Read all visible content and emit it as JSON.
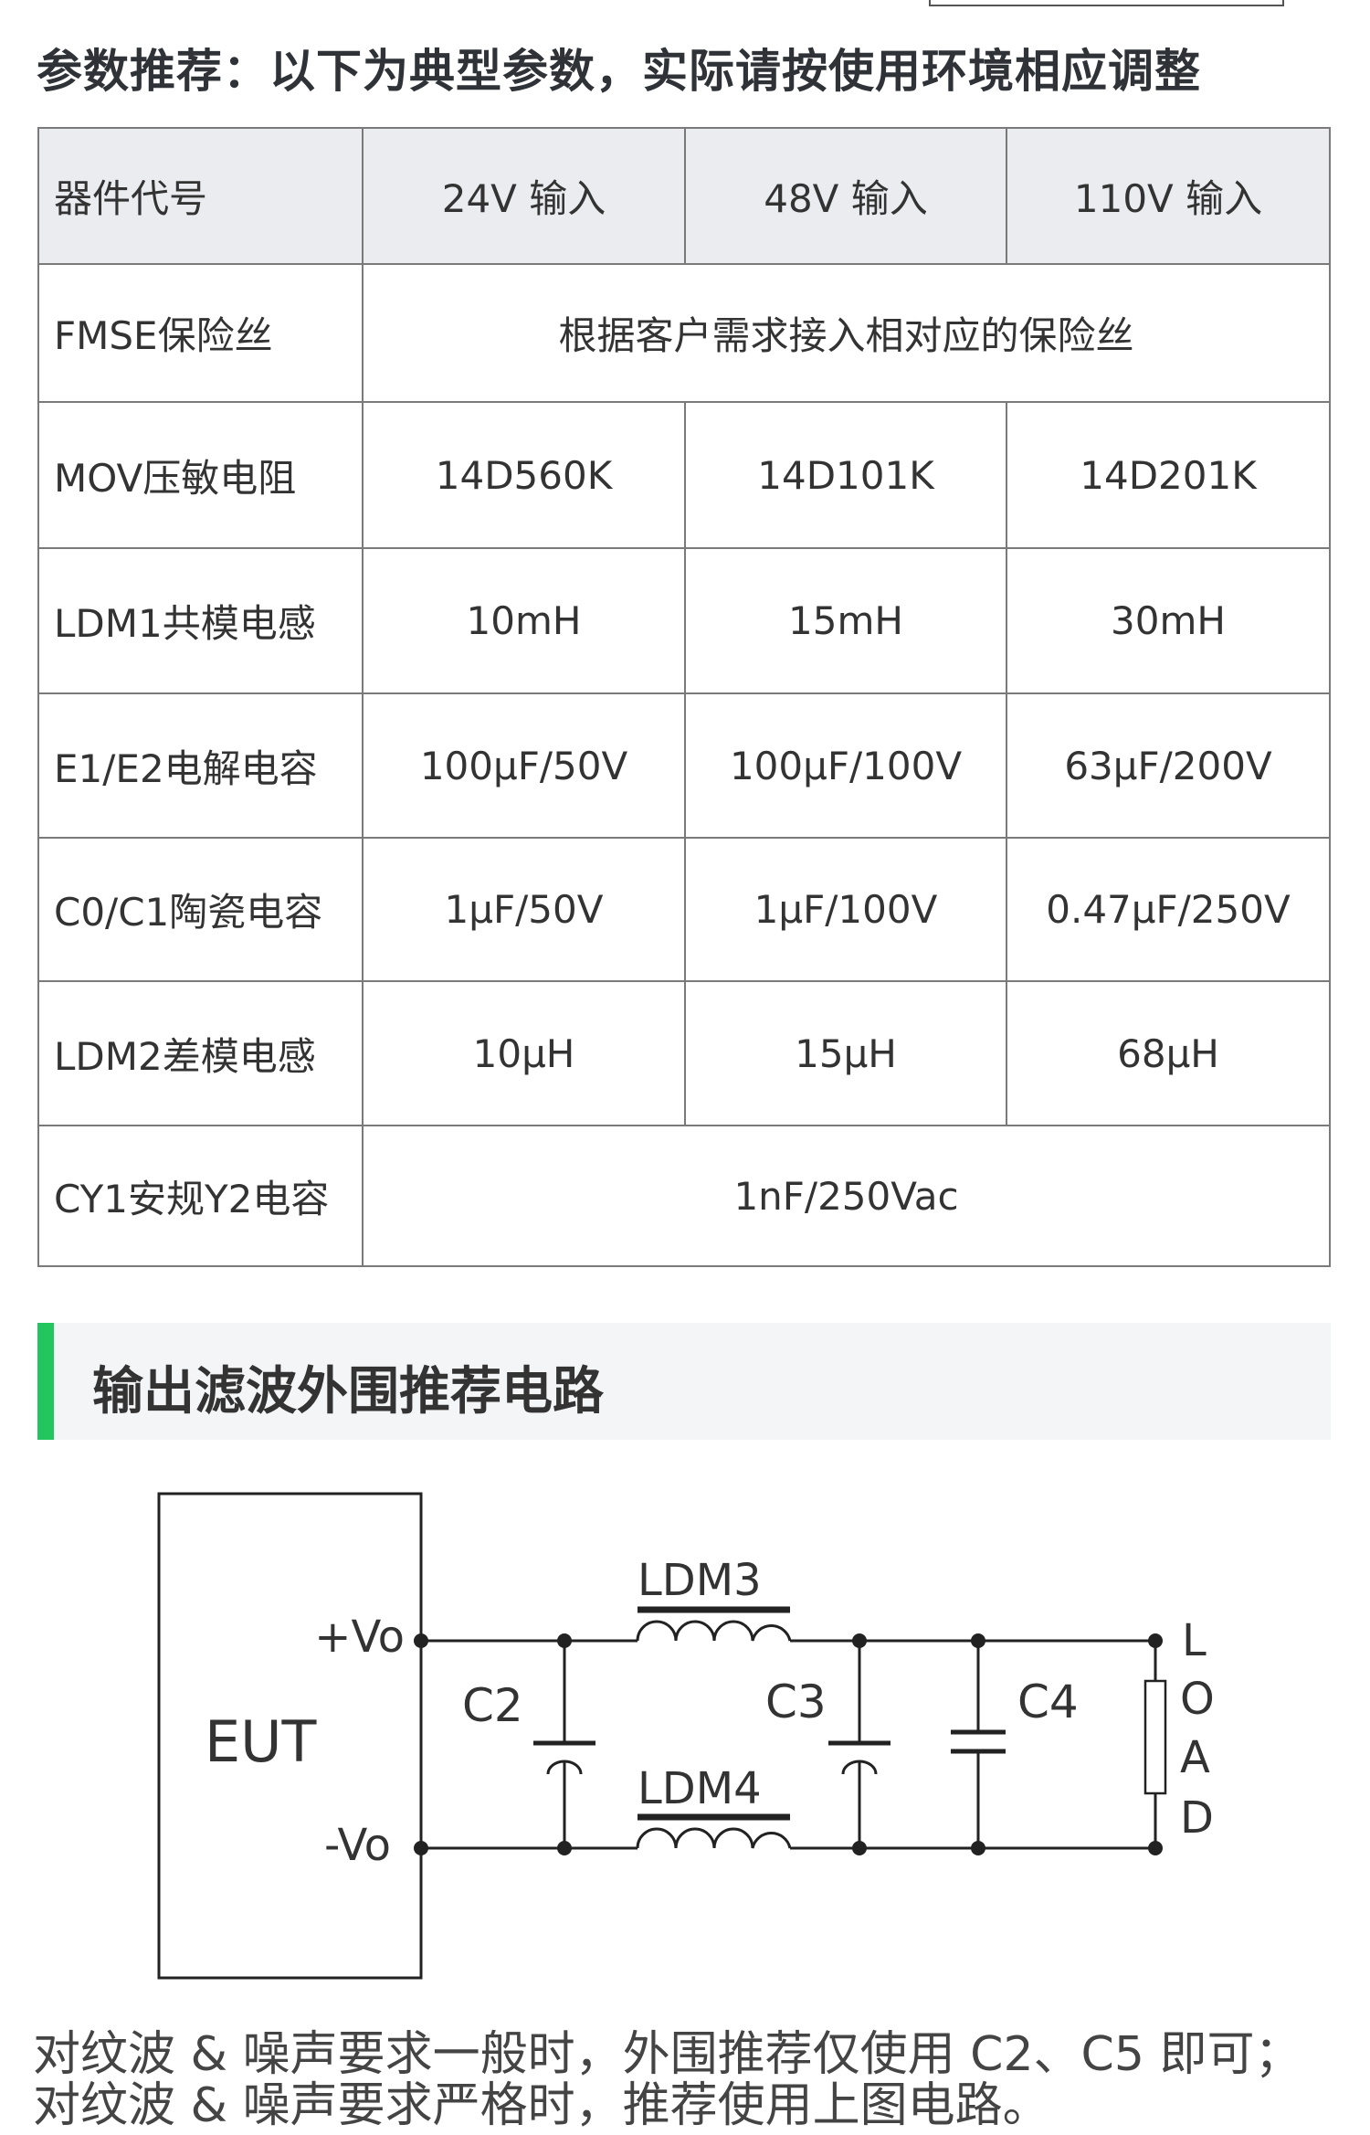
{
  "title": "参数推荐：以下为典型参数，实际请按使用环境相应调整",
  "table": {
    "headers": [
      "器件代号",
      "24V 输入",
      "48V 输入",
      "110V 输入"
    ],
    "rows": [
      {
        "label": "FMSE保险丝",
        "merged": "根据客户需求接入相对应的保险丝"
      },
      {
        "label": "MOV压敏电阻",
        "values": [
          "14D560K",
          "14D101K",
          "14D201K"
        ]
      },
      {
        "label": "LDM1共模电感",
        "values": [
          "10mH",
          "15mH",
          "30mH"
        ]
      },
      {
        "label": "E1/E2电解电容",
        "values": [
          "100μF/50V",
          "100μF/100V",
          "63μF/200V"
        ]
      },
      {
        "label": "C0/C1陶瓷电容",
        "values": [
          "1μF/50V",
          "1μF/100V",
          "0.47μF/250V"
        ]
      },
      {
        "label": "LDM2差模电感",
        "values": [
          "10μH",
          "15μH",
          "68μH"
        ]
      },
      {
        "label": "CY1安规Y2电容",
        "merged": "1nF/250Vac"
      }
    ]
  },
  "section": {
    "title": "输出滤波外围推荐电路",
    "accent": "#22c55e"
  },
  "circuit": {
    "eut": "EUT",
    "plus": "+Vo",
    "minus": "-Vo",
    "ldm3": "LDM3",
    "ldm4": "LDM4",
    "c2": "C2",
    "c3": "C3",
    "c4": "C4",
    "load": [
      "L",
      "O",
      "A",
      "D"
    ]
  },
  "notes": [
    "对纹波 & 噪声要求一般时，外围推荐仅使用 C2、C5 即可；",
    "对纹波 & 噪声要求严格时，推荐使用上图电路。"
  ]
}
